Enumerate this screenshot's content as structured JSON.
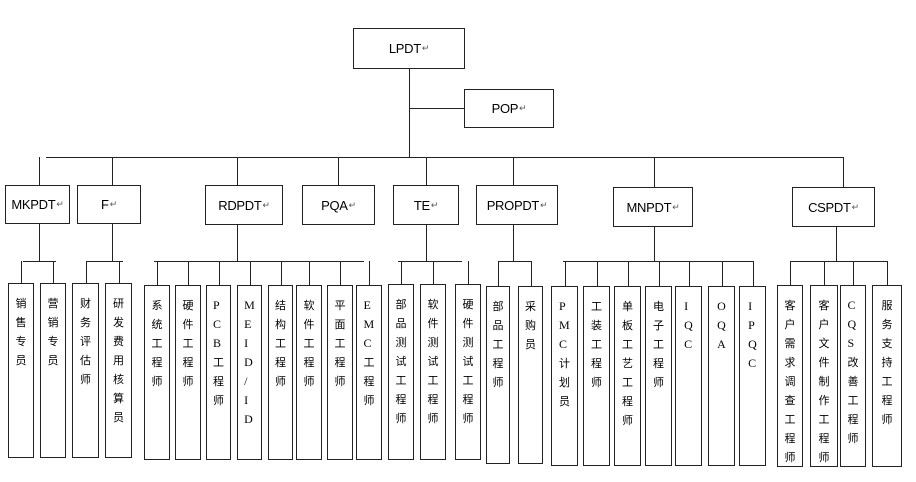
{
  "root": {
    "label": "LPDT",
    "mark": "↵"
  },
  "staff": {
    "label": "POP",
    "mark": "↵"
  },
  "departments": [
    {
      "id": "mkpdt",
      "label": "MKPDT",
      "mark": "↵",
      "children": [
        "销售专员",
        "营销专员"
      ]
    },
    {
      "id": "f",
      "label": "F",
      "mark": "↵",
      "children": [
        "财务评估师",
        "研发费用核算员"
      ]
    },
    {
      "id": "rdpdt",
      "label": "RDPDT",
      "mark": "↵",
      "children": [
        "系统工程师",
        "硬件工程师",
        "PCB工程师",
        "MEID/ID",
        "结构工程师",
        "软件工程师",
        "平面工程师",
        "EMC工程师"
      ]
    },
    {
      "id": "pqa",
      "label": "PQA",
      "mark": "↵",
      "children": []
    },
    {
      "id": "te",
      "label": "TE",
      "mark": "↵",
      "children": [
        "部品测试工程师",
        "软件测试工程师",
        "硬件测试工程师"
      ]
    },
    {
      "id": "propdt",
      "label": "PROPDT",
      "mark": "↵",
      "children": [
        "部品工程师",
        "采购员"
      ]
    },
    {
      "id": "mnpdt",
      "label": "MNPDT",
      "mark": "↵",
      "children": [
        "PMC计划员",
        "工装工程师",
        "单板工艺工程师",
        "电子工程师",
        "IQC",
        "OQA",
        "IPQC"
      ]
    },
    {
      "id": "cspdt",
      "label": "CSPDT",
      "mark": "↵",
      "children": [
        "客户需求调查工程师",
        "客户文件制作工程师",
        "CQS改善工程师",
        "服务支持工程师"
      ]
    }
  ]
}
